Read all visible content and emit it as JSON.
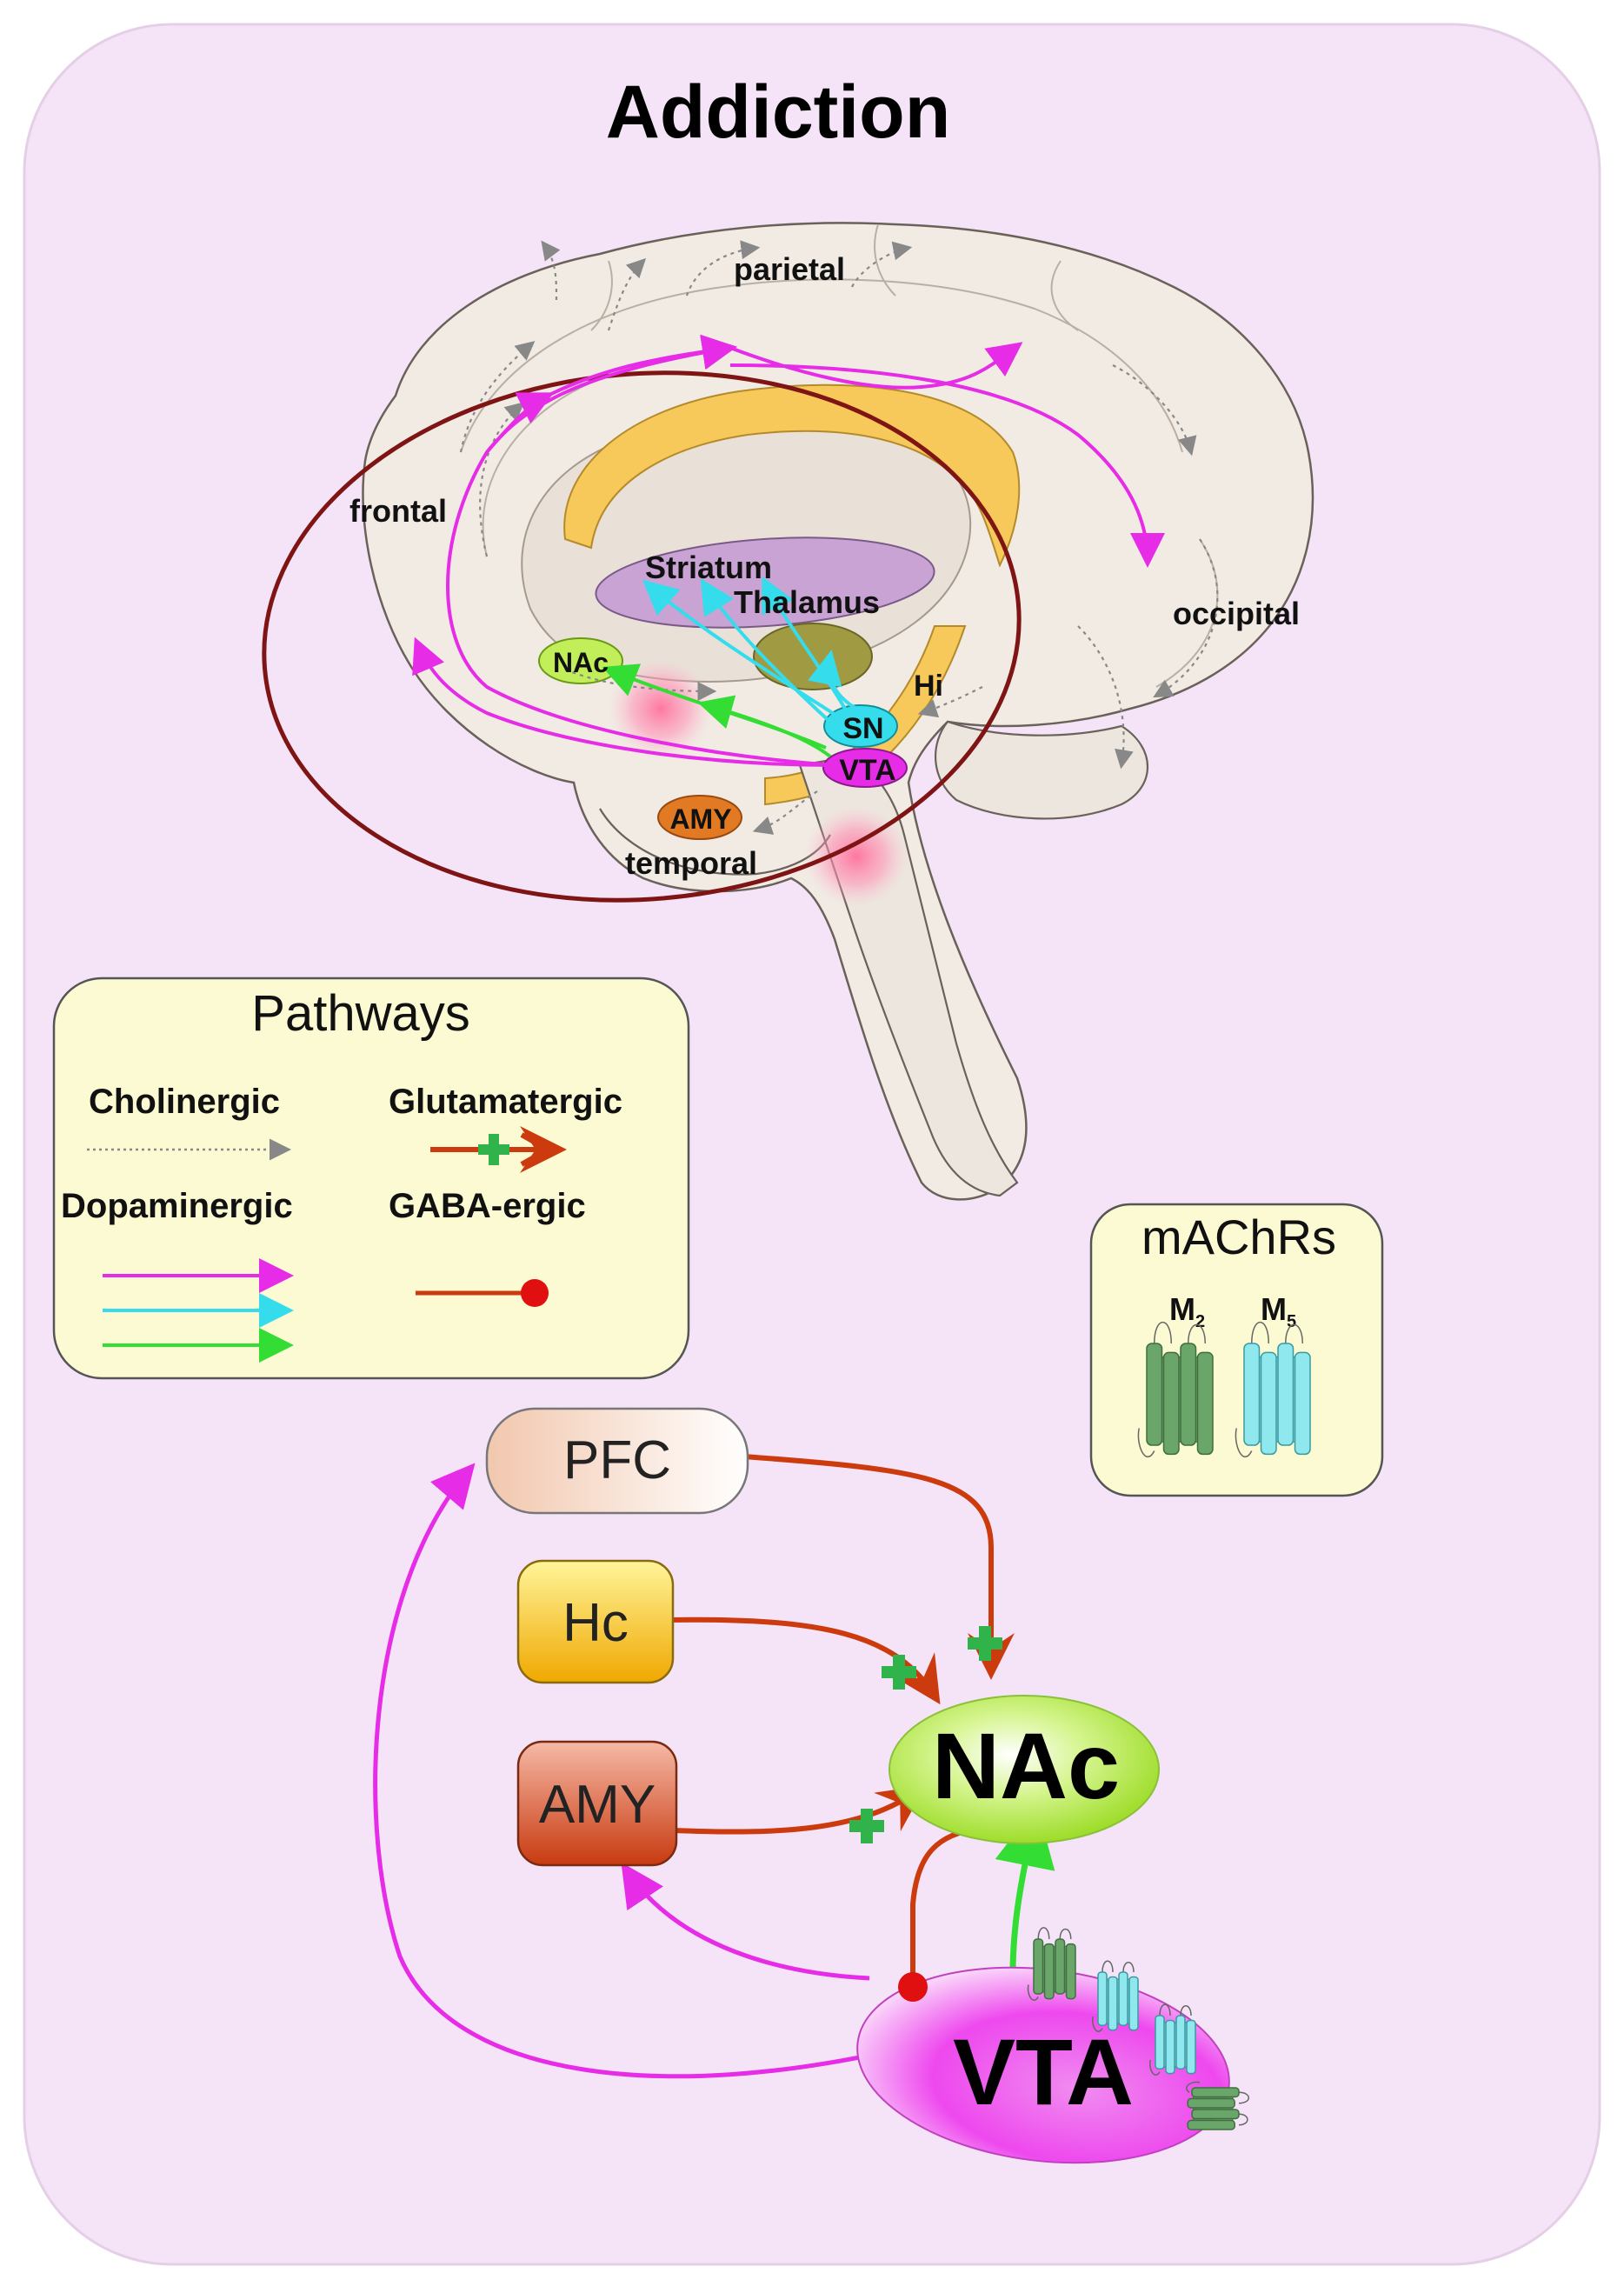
{
  "title": "Addiction",
  "brain": {
    "lobes": {
      "parietal": "parietal",
      "frontal": "frontal",
      "occipital": "occipital",
      "temporal": "temporal"
    },
    "regions": {
      "striatum": "Striatum",
      "thalamus": "Thalamus",
      "nac": "NAc",
      "hi": "Hi",
      "sn": "SN",
      "vta": "VTA",
      "amy": "AMY"
    }
  },
  "legend": {
    "title": "Pathways",
    "cholinergic": "Cholinergic",
    "glutamatergic": "Glutamatergic",
    "dopaminergic": "Dopaminergic",
    "gaba": "GABA-ergic"
  },
  "machrs": {
    "title": "mAChRs",
    "m2": "M",
    "m2_sub": "2",
    "m5": "M",
    "m5_sub": "5"
  },
  "circuit": {
    "pfc": "PFC",
    "hc": "Hc",
    "amy": "AMY",
    "nac": "NAc",
    "vta": "VTA"
  },
  "colors": {
    "background": "#f5e4f7",
    "magenta": "#e62ce6",
    "cyan": "#35dcec",
    "green": "#33dd33",
    "glutamate": "#cc3b0e",
    "gaba_dot": "#e01010",
    "circle": "#7f1414",
    "cholinergic": "#888888",
    "m2_green": "#6aa56a",
    "m5_cyan": "#8fe8ee"
  }
}
